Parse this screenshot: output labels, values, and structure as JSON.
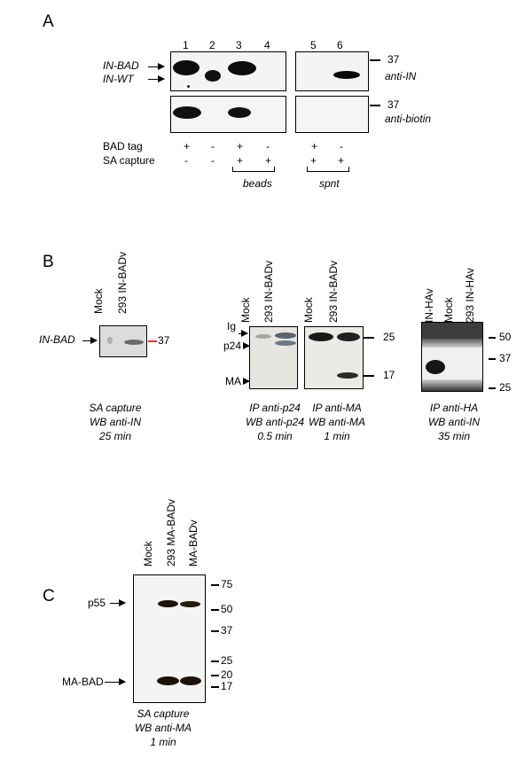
{
  "panel_a": {
    "letter": "A",
    "lanes": [
      "1",
      "2",
      "3",
      "4",
      "5",
      "6"
    ],
    "band_labels": [
      "IN-BAD",
      "IN-WT"
    ],
    "marker_top": "37",
    "marker_bottom": "37",
    "antibody_top": "anti-IN",
    "antibody_bottom": "anti-biotin",
    "row_labels": [
      "BAD tag",
      "SA capture"
    ],
    "bad_tag": [
      "+",
      "-",
      "+",
      "-",
      "+",
      "-"
    ],
    "sa_capture": [
      "-",
      "-",
      "+",
      "+",
      "+",
      "+"
    ],
    "group_labels": [
      "beads",
      "spnt"
    ]
  },
  "panel_b": {
    "letter": "B",
    "blot1": {
      "lanes": [
        "Mock",
        "293 IN-BADv"
      ],
      "band_label": "IN-BAD",
      "marker": "37",
      "caption": [
        "SA capture",
        "WB anti-IN",
        "25 min"
      ]
    },
    "blot2": {
      "lanes": [
        "Mock",
        "293 IN-BADv"
      ],
      "band_labels": [
        "Ig",
        "p24",
        "MA"
      ],
      "caption": [
        "IP anti-p24",
        "WB anti-p24",
        "0.5 min"
      ]
    },
    "blot3": {
      "lanes": [
        "Mock",
        "293 IN-BADv"
      ],
      "markers": [
        "25",
        "17"
      ],
      "caption": [
        "IP anti-MA",
        "WB anti-MA",
        "1 min"
      ]
    },
    "blot4": {
      "lanes": [
        "IN-HAv",
        "Mock",
        "293 IN-HAv"
      ],
      "markers": [
        "50",
        "37",
        "25"
      ],
      "caption": [
        "IP anti-HA",
        "WB anti-IN",
        "35 min"
      ]
    }
  },
  "panel_c": {
    "letter": "C",
    "lanes": [
      "Mock",
      "293 MA-BADv",
      "MA-BADv"
    ],
    "band_labels": [
      "p55",
      "MA-BAD"
    ],
    "markers": [
      "75",
      "50",
      "37",
      "25",
      "20",
      "17"
    ],
    "caption": [
      "SA capture",
      "WB anti-MA",
      "1 min"
    ]
  }
}
